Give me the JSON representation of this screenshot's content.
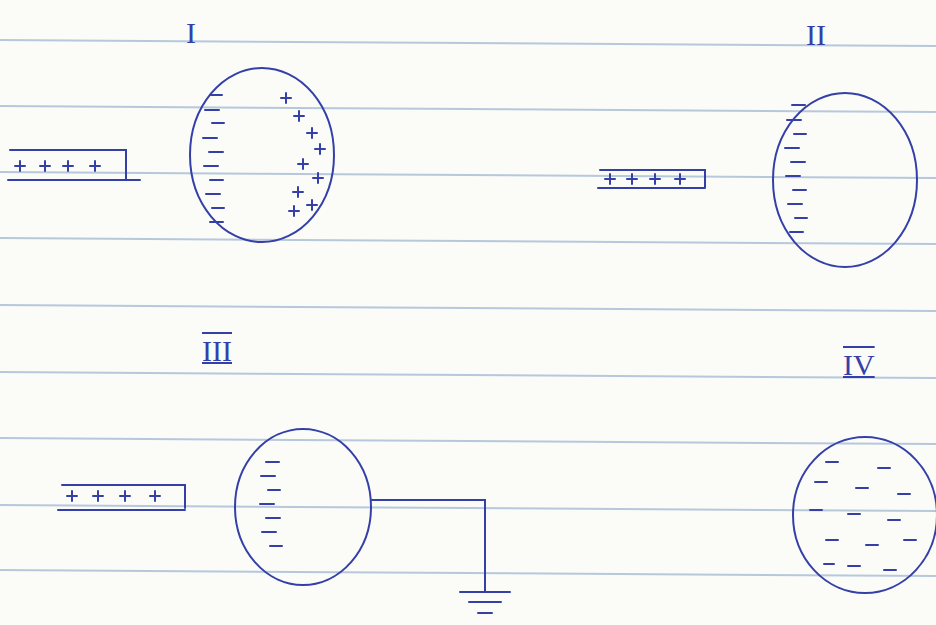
{
  "diagram": {
    "labels": [
      "I",
      "II",
      "III",
      "IV"
    ]
  }
}
